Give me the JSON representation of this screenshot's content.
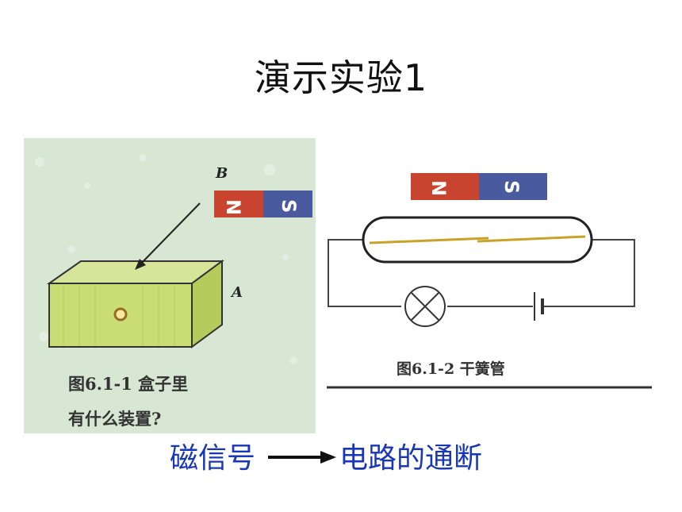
{
  "slide": {
    "title": "演示实验1"
  },
  "figure1": {
    "label_b": "B",
    "label_a": "A",
    "magnet_n": "N",
    "magnet_s": "S",
    "caption_line1": "图6.1-1  盒子里",
    "caption_line2": "有什么装置?",
    "colors": {
      "background": "#d7e7d4",
      "box": "#c9dd74",
      "north": "#c8442f",
      "south": "#4a5a9e"
    }
  },
  "figure2": {
    "magnet_n": "N",
    "magnet_s": "S",
    "caption": "图6.1-2  干簧管",
    "colors": {
      "north": "#c8442f",
      "south": "#4a5a9e",
      "reed": "#c9a227"
    }
  },
  "bottom": {
    "left_text": "磁信号",
    "right_text": "电路的通断",
    "color": "#1836b8"
  }
}
